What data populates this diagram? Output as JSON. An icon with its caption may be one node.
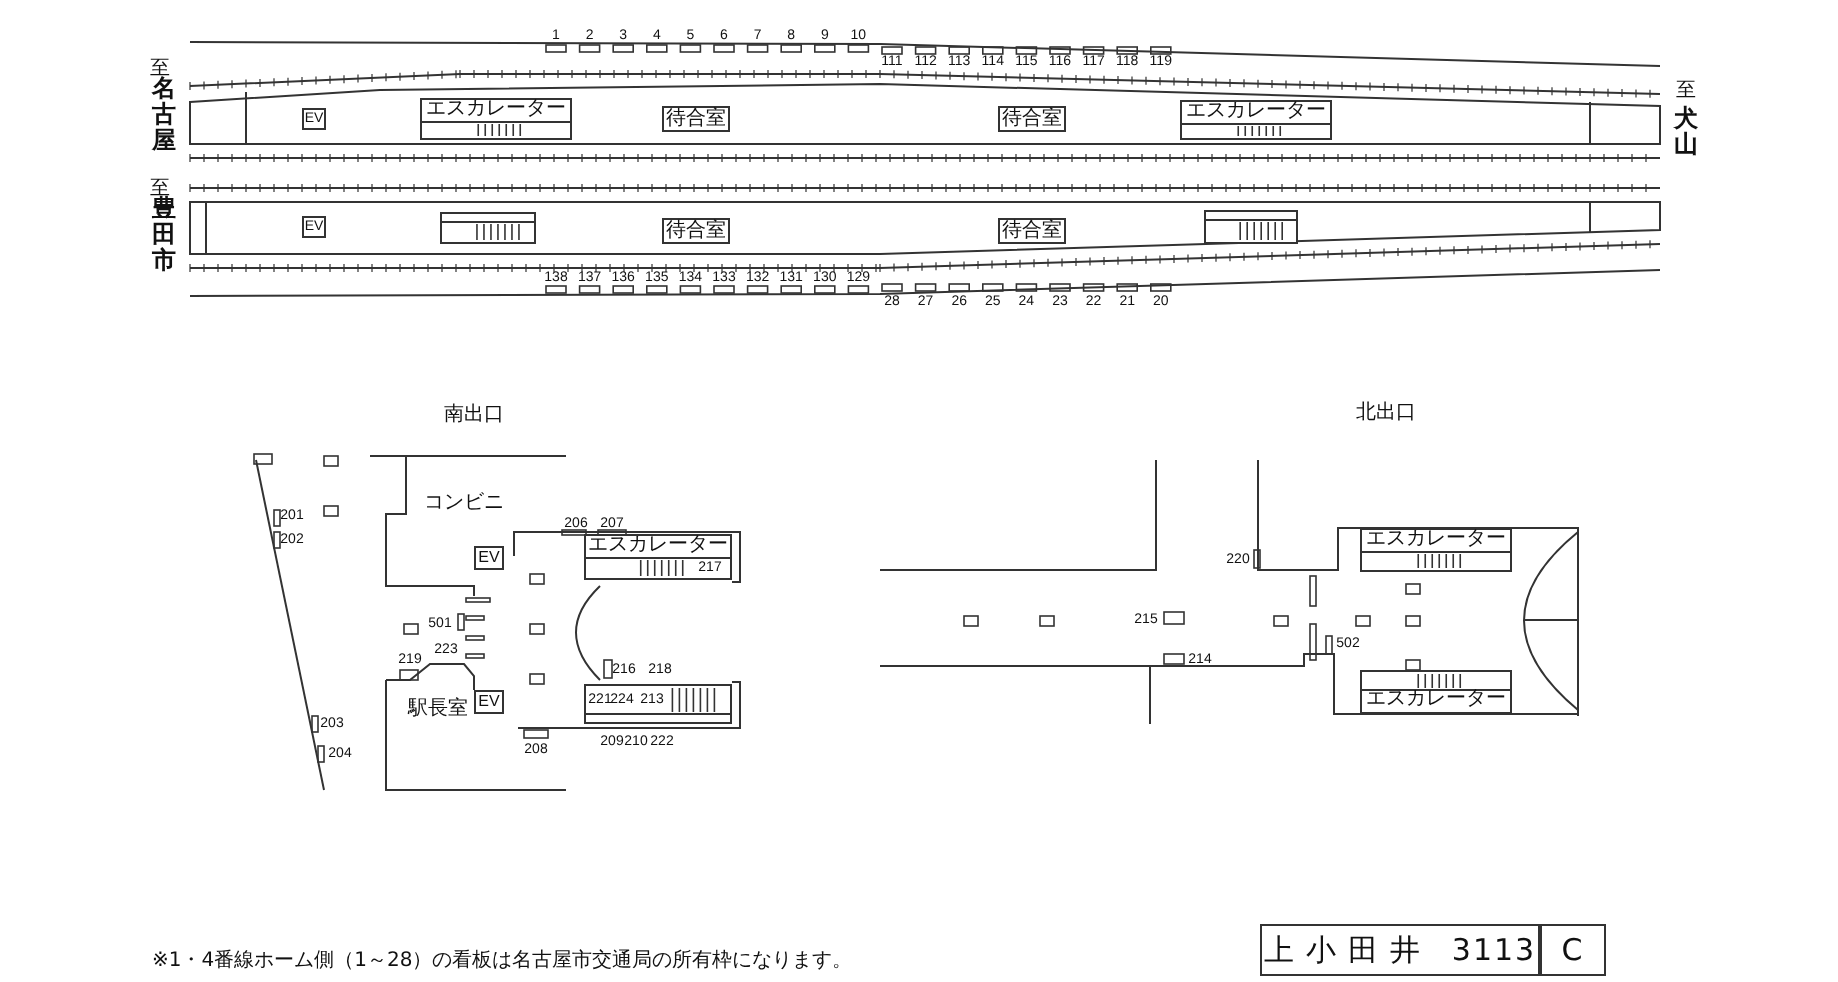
{
  "diagram": {
    "nodes": [
      {
        "text": [
          "EV"
        ]
      },
      {
        "text": [
          "エスカレーター"
        ]
      },
      {
        "text": [
          "待合室"
        ]
      },
      {
        "text": [
          "待合室"
        ]
      },
      {
        "text": [
          "エスカレーター"
        ]
      },
      {
        "text": [
          "EV"
        ]
      },
      {
        "text": [],
        "shape": "box"
      },
      {
        "text": [
          "待合室"
        ]
      },
      {
        "text": [
          "待合室"
        ]
      },
      {
        "text": [],
        "shape": "box"
      },
      {
        "text": [
          "EV"
        ]
      },
      {
        "text": [
          "エスカレーター"
        ]
      },
      {
        "text": [
          "EV"
        ]
      },
      {
        "text": [],
        "shape": "box"
      },
      {
        "text": [
          "エスカレーター"
        ]
      },
      {
        "text": [
          "エスカレーター"
        ]
      },
      {
        "text": [
          "上小田井",
          "3113"
        ]
      },
      {
        "text": [
          "C"
        ]
      }
    ],
    "labels": [
      "至",
      "名古屋",
      "至",
      "豊田市",
      "至",
      "犬山",
      "1",
      "2",
      "3",
      "4",
      "5",
      "6",
      "7",
      "8",
      "9",
      "10",
      "111",
      "112",
      "113",
      "114",
      "115",
      "116",
      "117",
      "118",
      "119",
      "138",
      "137",
      "136",
      "135",
      "134",
      "133",
      "132",
      "131",
      "130",
      "129",
      "28",
      "27",
      "26",
      "25",
      "24",
      "23",
      "22",
      "21",
      "20",
      "南出口",
      "コンビニ",
      "201",
      "202",
      "206",
      "207",
      "217",
      "501",
      "223",
      "219",
      "216",
      "218",
      "221",
      "224",
      "213",
      "駅長室",
      "203",
      "204",
      "208",
      "209",
      "210",
      "222",
      "北出口",
      "220",
      "215",
      "502",
      "214",
      "※1・4番線ホーム側（1～28）の看板は名古屋市交通局の所有枠になります。"
    ]
  }
}
